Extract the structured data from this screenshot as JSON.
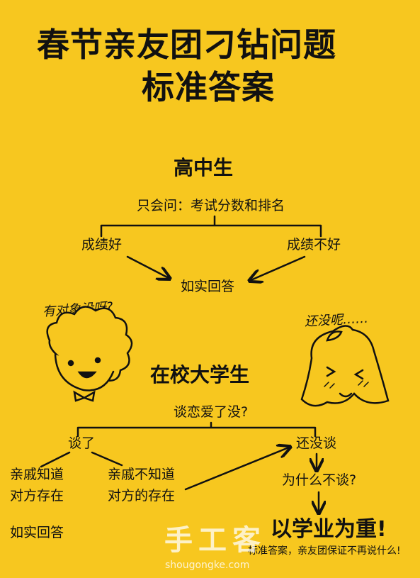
{
  "title": {
    "line1": "春节亲友团刁钻问题",
    "line2": "标准答案"
  },
  "section1": {
    "heading": "高中生",
    "question": "只会问：考试分数和排名",
    "good": "成绩好",
    "bad": "成绩不好",
    "answer": "如实回答"
  },
  "section2": {
    "heading": "在校大学生",
    "question": "谈恋爱了没?",
    "dated": "谈了",
    "not_dated": "还没谈",
    "knows_1": "亲戚知道",
    "knows_2": "对方存在",
    "not_knows_1": "亲戚不知道",
    "not_knows_2": "对方的存在",
    "knows_answer": "如实回答",
    "why": "为什么不谈?",
    "study": "以学业为重!",
    "footnote": "标准答案，亲友团保证不再说什么!"
  },
  "bubbles": {
    "left": "有对象没呀?",
    "right": "还没呢……"
  },
  "watermark": {
    "text": "手工客",
    "url": "shougongke.com"
  },
  "colors": {
    "background": "#F7C71F",
    "ink": "#111111"
  }
}
